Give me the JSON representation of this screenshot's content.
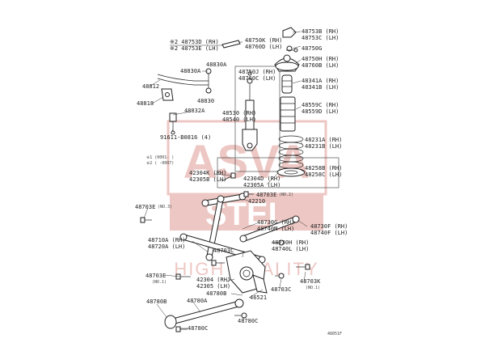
{
  "diagram_code": "48051F",
  "watermark": {
    "text_top": "ASVA",
    "text_mid": "STEL",
    "text_bottom": "HIGH QUALITY",
    "color": "#c0392b"
  },
  "labels": {
    "l48753B": "48753B (RH)",
    "l48753C": "48753C (LH)",
    "l48750G": "48750G",
    "l48750H": "48750H (RH)",
    "l48760B": "48760B (LH)",
    "l48341A": "48341A (RH)",
    "l48341B": "48341B (LH)",
    "l48559C": "48559C (RH)",
    "l48559D": "48559D (LH)",
    "l48231A": "48231A (RH)",
    "l48231B": "48231B (LH)",
    "l48258B": "48258B (RH)",
    "l48258C": "48258C (LH)",
    "l48750K": "48750K (RH)",
    "l48760D": "48760D (LH)",
    "l48750J": "48750J (RH)",
    "l48760C": "48760C (LH)",
    "l48530": "48530 (RH)",
    "l48540": "48540 (LH)",
    "l48753D": "※2 48753D (RH)",
    "l48753E": "※2 48753E (LH)",
    "l48830A_top": "48830A",
    "l48830A_left": "48830A",
    "l48812": "48812",
    "l48830": "48830",
    "l48818": "48818",
    "l48832A": "48832A",
    "l91611": "91611-B0816 (4)",
    "note1": "※1 (0001- )",
    "note2": "※2 ( -0007)",
    "l42304K": "42304K (RH)",
    "l42305B": "42305B (LH)",
    "l42304D": "42304D (RH)",
    "l42305A": "42305A (LH)",
    "l48703E_mid": "48703E",
    "no2": "(NO.2)",
    "l42210": "42210",
    "l48703E_left": "48703E",
    "no3": "(NO.3)",
    "l48730G": "48730G (RH)",
    "l48740M": "48740M (LH)",
    "l48730F": "48730F (RH)",
    "l48740F": "48740F (LH)",
    "l48710A": "48710A (RH)",
    "l48720A": "48720A (LH)",
    "l48730H": "48730H (RH)",
    "l48740L": "48740L (LH)",
    "l48703C_mid": "48703C",
    "l48703E_low": "48703E",
    "no1_left": "(NO.1)",
    "l42304": "42304 (RH)",
    "l42305": "42305 (LH)",
    "l48703C_right": "48703C",
    "l48703K": "48703K",
    "no1_right": "(NO.1)",
    "l48780B_mid": "48780B",
    "l46521": "46521",
    "l48780B_left": "48780B",
    "l48780A": "48780A",
    "l48780C_right": "48780C",
    "l48780C_bottom": "48780C"
  }
}
